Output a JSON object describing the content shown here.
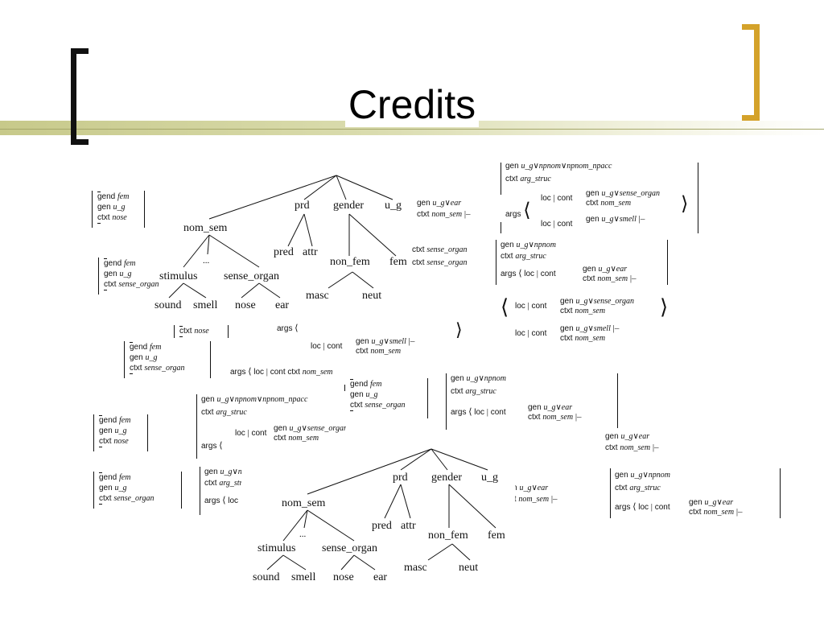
{
  "slide": {
    "title": "Credits",
    "accent_colors": {
      "bracket_left": "#111111",
      "bracket_right": "#d4a22a",
      "band": "#c7c98a"
    }
  },
  "avm_small": {
    "a": {
      "rows": [
        [
          "gend",
          "fem"
        ],
        [
          "gen",
          "u_g"
        ],
        [
          "ctxt",
          "nose"
        ]
      ]
    },
    "b": {
      "rows": [
        [
          "gend",
          "fem"
        ],
        [
          "gen",
          "u_g"
        ],
        [
          "ctxt",
          "sense_organ"
        ]
      ]
    },
    "c": {
      "rows": [
        [
          "ctxt",
          "nose"
        ]
      ]
    }
  },
  "avm_complex": {
    "gen_full": "u_g∨npnom∨npnom_npacc",
    "gen_np": "u_g∨npnom",
    "gen_ear": "u_g∨ear",
    "gen_sense": "u_g∨sense_organ",
    "gen_smell": "u_g∨smell",
    "ctxt_arg": "arg_struc",
    "ctxt_nom": "nom_sem",
    "ctxt_sense": "sense_organ",
    "label_gen": "gen",
    "label_ctxt": "ctxt",
    "label_args": "args",
    "label_loc": "loc",
    "label_cont": "cont",
    "tail": "|–",
    "angle_open": "⟨",
    "angle_close": "⟩"
  },
  "tree": {
    "root_children": [
      "nom_sem",
      "prd",
      "gender",
      "u_g"
    ],
    "nom_sem_children": [
      "...",
      "stimulus",
      "sense_organ"
    ],
    "stimulus_children": [
      "sound",
      "smell"
    ],
    "sense_organ_children": [
      "nose",
      "ear"
    ],
    "prd_children": [
      "pred",
      "attr"
    ],
    "gender_children": [
      "non_fem",
      "fem"
    ],
    "non_fem_children": [
      "masc",
      "neut"
    ]
  }
}
